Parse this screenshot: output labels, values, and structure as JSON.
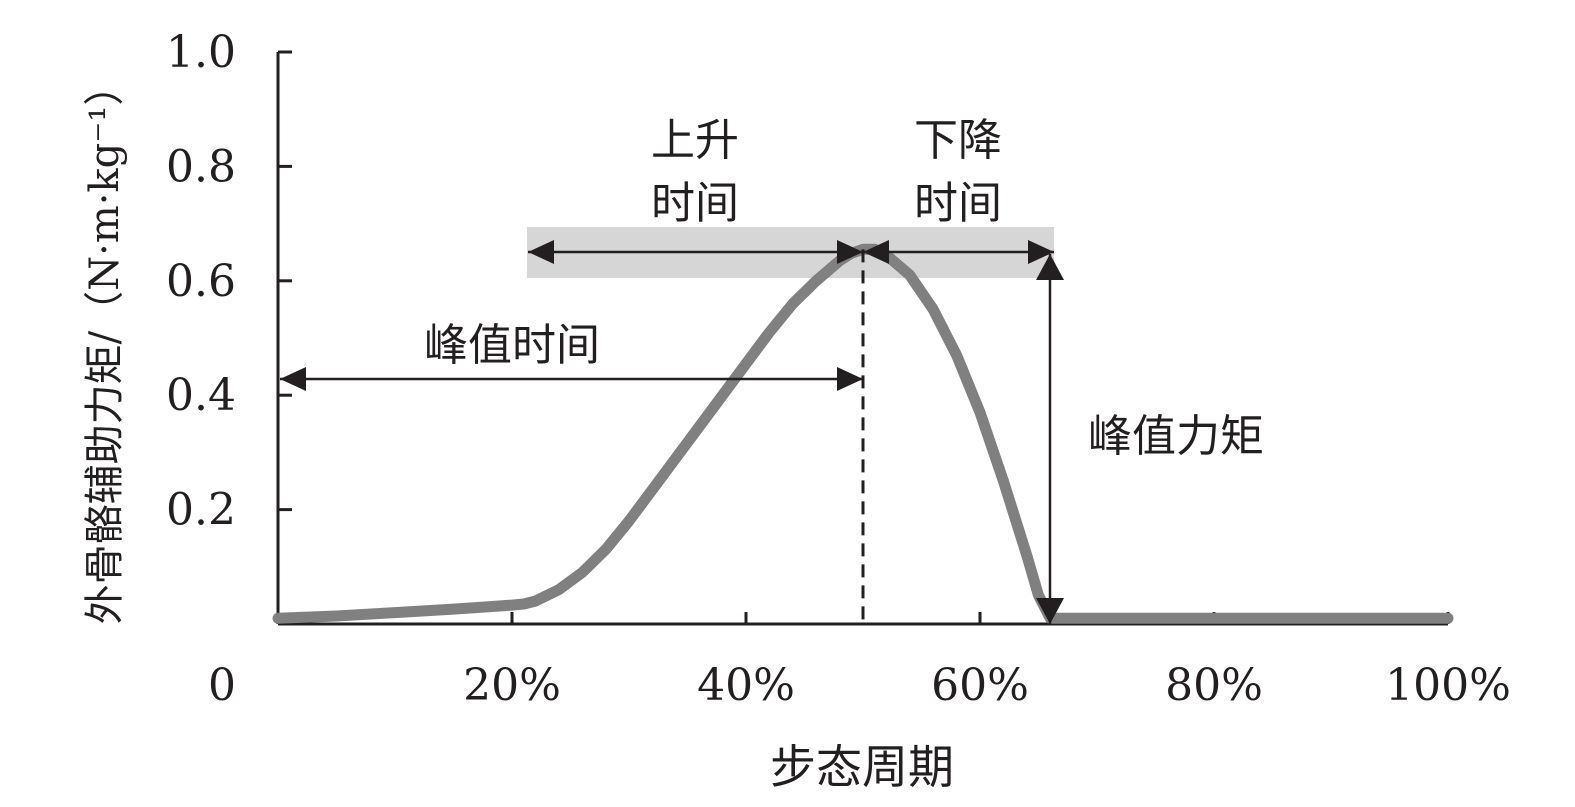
{
  "chart_data": {
    "type": "line",
    "xlabel": "步态周期",
    "ylabel": "外骨骼辅助力矩/（N·m·kg⁻¹）",
    "xlim": [
      0,
      100
    ],
    "ylim": [
      0,
      1.0
    ],
    "x_ticks": [
      20,
      40,
      60,
      80,
      100
    ],
    "x_tick_labels": [
      "20%",
      "40%",
      "60%",
      "80%",
      "100%"
    ],
    "origin_label": "0",
    "y_ticks": [
      0.2,
      0.4,
      0.6,
      0.8,
      1.0
    ],
    "y_tick_labels": [
      "0.2",
      "0.4",
      "0.6",
      "0.8",
      "1.0"
    ],
    "grid": false,
    "series": [
      {
        "color": "#808080",
        "x": [
          0,
          5,
          10,
          15,
          18,
          20,
          21,
          22,
          24,
          26,
          28,
          30,
          32,
          34,
          36,
          38,
          40,
          42,
          44,
          46,
          48,
          49,
          50,
          51,
          52,
          54,
          56,
          58,
          60,
          62,
          64,
          65,
          66,
          66.5,
          70,
          80,
          90,
          100
        ],
        "y": [
          0.01,
          0.014,
          0.02,
          0.026,
          0.03,
          0.033,
          0.035,
          0.04,
          0.06,
          0.09,
          0.13,
          0.18,
          0.235,
          0.29,
          0.345,
          0.4,
          0.455,
          0.51,
          0.56,
          0.6,
          0.635,
          0.648,
          0.655,
          0.655,
          0.645,
          0.61,
          0.55,
          0.47,
          0.37,
          0.25,
          0.12,
          0.05,
          0.01,
          0.01,
          0.01,
          0.01,
          0.01,
          0.01
        ]
      }
    ],
    "peak": {
      "x": 50,
      "y": 0.655
    },
    "annotations": {
      "rise_time_lines": [
        "上升",
        "时间"
      ],
      "fall_time_lines": [
        "下降",
        "时间"
      ],
      "peak_time": "峰值时间",
      "peak_torque": "峰值力矩"
    }
  }
}
